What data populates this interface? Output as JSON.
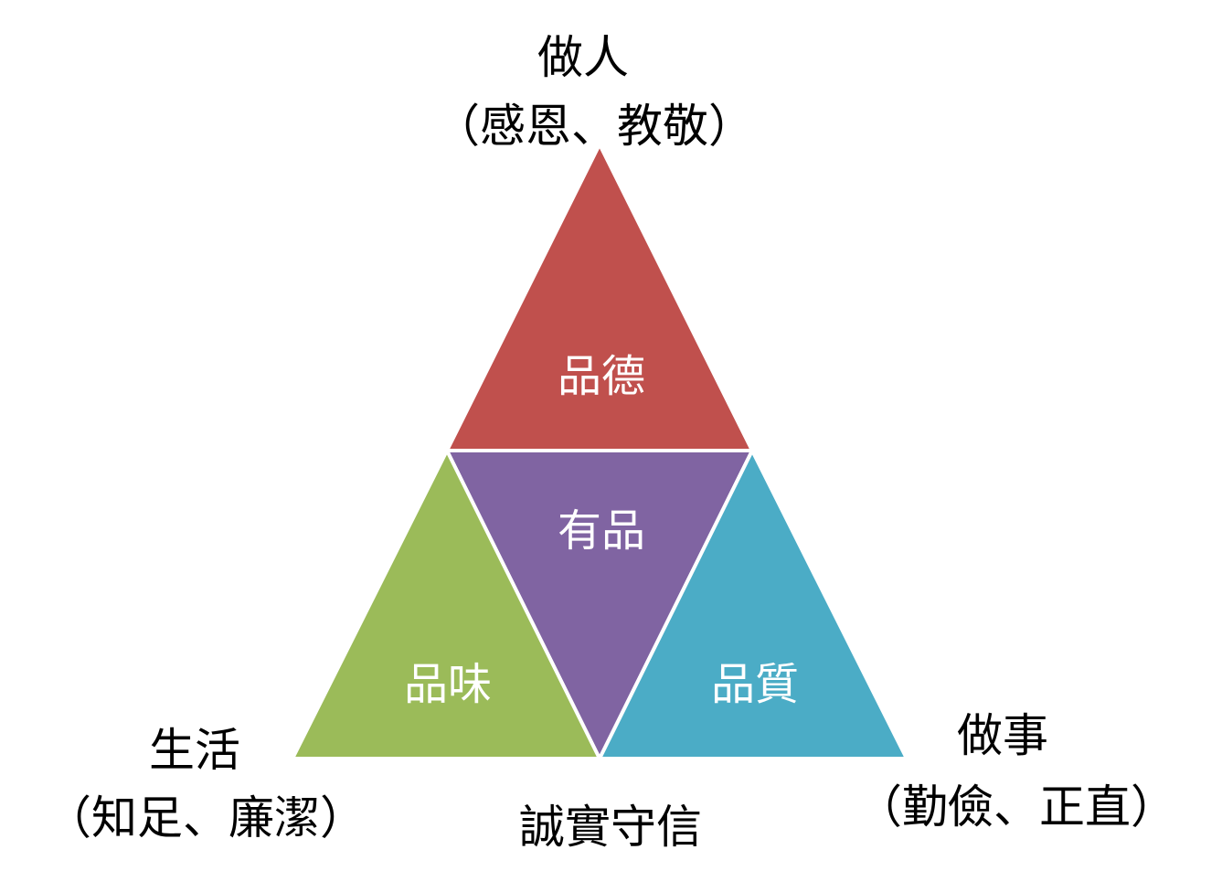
{
  "diagram": {
    "top": {
      "title": "做人",
      "subtitle": "（感恩、教敬）"
    },
    "left": {
      "title": "生活",
      "subtitle": "（知足、廉潔）"
    },
    "right": {
      "title": "做事",
      "subtitle": "（勤儉、正直）"
    },
    "bottom": {
      "title": "誠實守信"
    },
    "segments": {
      "top": {
        "label": "品德",
        "color": "#c0504d"
      },
      "center": {
        "label": "有品",
        "color": "#8064a2"
      },
      "left": {
        "label": "品味",
        "color": "#9bbb59"
      },
      "right": {
        "label": "品質",
        "color": "#4bacc6"
      }
    },
    "stroke_color": "#ffffff"
  }
}
